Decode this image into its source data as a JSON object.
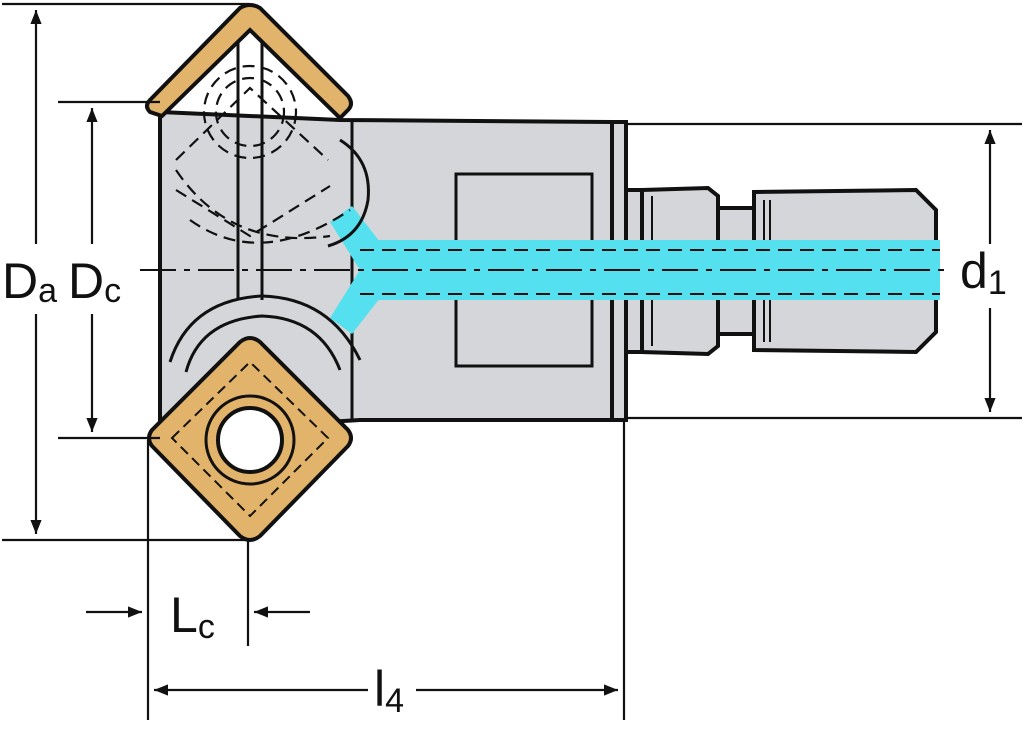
{
  "labels": {
    "da": {
      "main": "D",
      "sub": "a"
    },
    "dc": {
      "main": "D",
      "sub": "c"
    },
    "d1": {
      "main": "d",
      "sub": "1"
    },
    "lc": {
      "main": "L",
      "sub": "c"
    },
    "l4": {
      "main": "l",
      "sub": "4"
    }
  },
  "colors": {
    "body": "#d4d6d9",
    "insert": "#e2b36a",
    "coolant": "#55e0f0",
    "line": "#111111",
    "background": "#ffffff"
  }
}
